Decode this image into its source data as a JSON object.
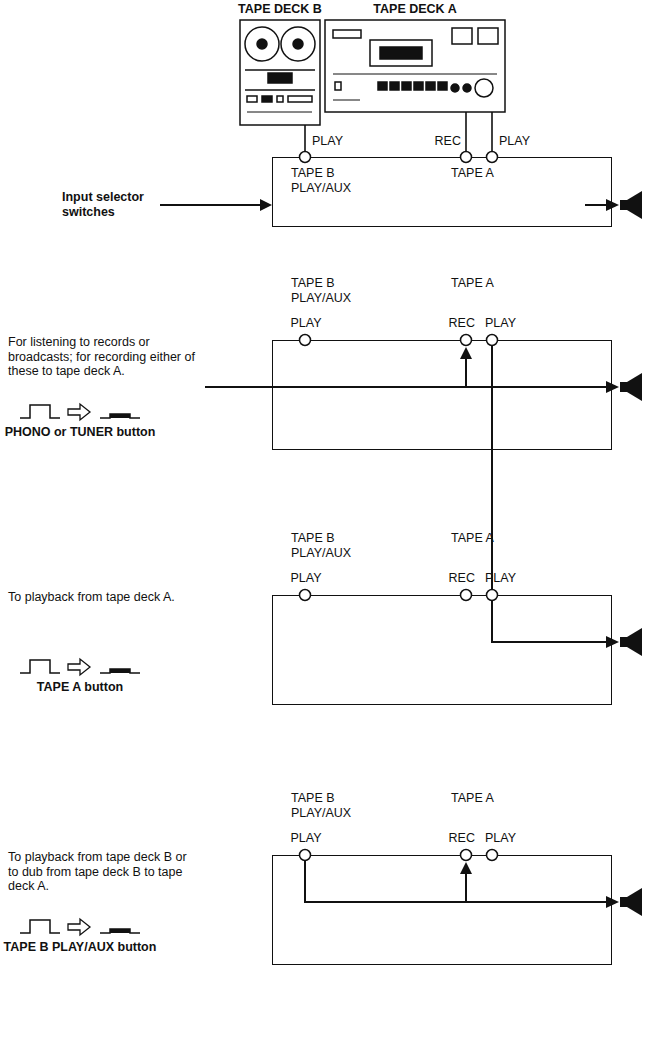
{
  "diagram": {
    "nodes": [
      {
        "text": [
          "TAPE DECK B"
        ]
      },
      {
        "text": [
          "TAPE DECK A"
        ]
      },
      {
        "text": [
          "PLAY",
          "REC",
          "PLAY",
          "TAPE B PLAY/AUX",
          "TAPE A"
        ]
      },
      {
        "text": [
          "TAPE B PLAY/AUX",
          "TAPE A",
          "PLAY",
          "REC",
          "PLAY"
        ]
      },
      {
        "text": [
          "TAPE B PLAY/AUX",
          "TAPE A",
          "PLAY",
          "REC",
          "PLAY"
        ]
      },
      {
        "text": [
          "TAPE B PLAY/AUX",
          "TAPE A",
          "PLAY",
          "REC",
          "PLAY"
        ]
      }
    ],
    "edges": [
      {
        "from": 0,
        "to": 2,
        "arrow": "none"
      },
      {
        "from": 1,
        "to": 2,
        "arrow": "none"
      },
      {
        "from": 1,
        "to": 2,
        "arrow": "none"
      }
    ],
    "labels": [
      "Input selector switches",
      "For listening to records or broadcasts; for recording either of these to tape deck A.",
      "PHONO or TUNER button",
      "To playback from tape deck A.",
      "TAPE A button",
      "To playback from tape deck B or to dub from tape deck B to tape deck A.",
      "TAPE B PLAY/AUX button"
    ]
  }
}
